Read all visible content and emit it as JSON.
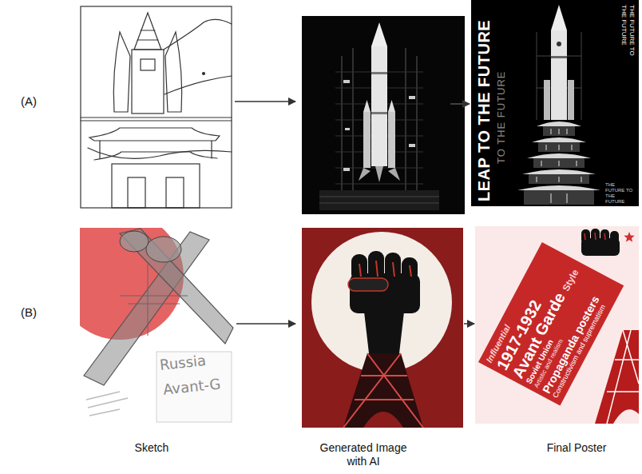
{
  "diagram": {
    "nodes": [
      {
        "text": [
          "LEAP TO THE FUTURE",
          "TO THE FUTURE",
          "THE FUTURE TO THE FUTURE",
          "THE FUTURE TO THE FUTURE"
        ]
      },
      {
        "text": [
          "Russia",
          "Avant-G"
        ]
      },
      {
        "text": [
          "Influential",
          "1917-1932",
          "Avant Garde",
          "Style",
          "Soviet Union",
          "Artistic and realism",
          "Propaganda posters",
          "Constructivism and suprematism"
        ]
      }
    ],
    "labels": [
      "(A)",
      "(B)",
      "Sketch",
      "Generated Image with AI",
      "Final Poster"
    ]
  }
}
